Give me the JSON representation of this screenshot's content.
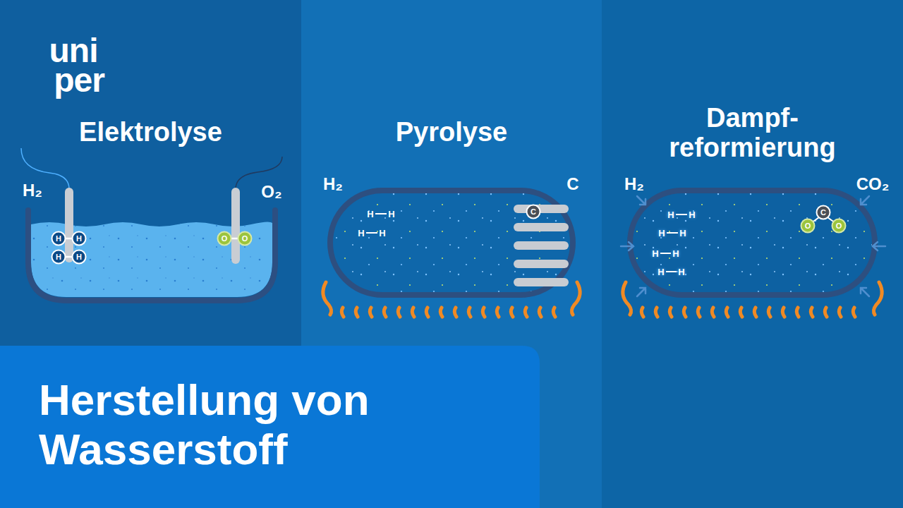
{
  "diagram": {
    "title": "Herstellung von Wasserstoff",
    "nodes": [
      {
        "text": [
          "Elektrolyse"
        ]
      },
      {
        "text": [
          "Pyrolyse"
        ]
      },
      {
        "text": [
          "Dampf- reformierung"
        ]
      }
    ],
    "labels": [
      "uni",
      "per",
      "H₂",
      "O₂",
      "H",
      "H",
      "H",
      "H",
      "O",
      "O",
      "H₂",
      "C",
      "H",
      "H",
      "H",
      "H",
      "C",
      "H₂",
      "CO₂",
      "H",
      "H",
      "H",
      "H",
      "H",
      "H",
      "H",
      "H",
      "C",
      "O",
      "O"
    ]
  }
}
